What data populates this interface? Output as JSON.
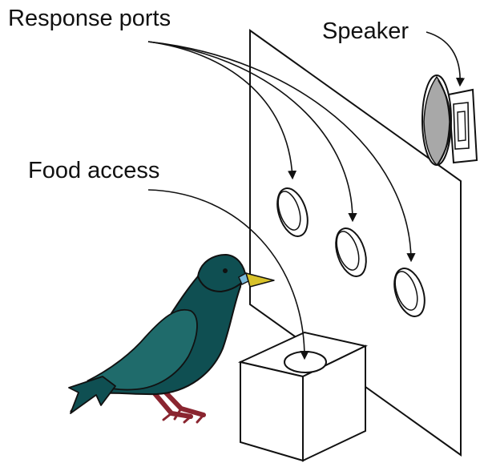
{
  "labels": {
    "response_ports": "Response ports",
    "speaker": "Speaker",
    "food_access": "Food access"
  },
  "components": {
    "bird": "starling",
    "speaker_icon": "speaker-icon",
    "response_port_count": 3
  },
  "colors": {
    "line": "#111111",
    "panel": "#ffffff",
    "bird_body": "#0f4f52",
    "bird_highlight": "#1f6b6b",
    "bird_beak": "#d8c22a",
    "bird_cere": "#79b8d8",
    "bird_legs": "#8a2530",
    "speaker_cone": "#a8a8a8"
  }
}
